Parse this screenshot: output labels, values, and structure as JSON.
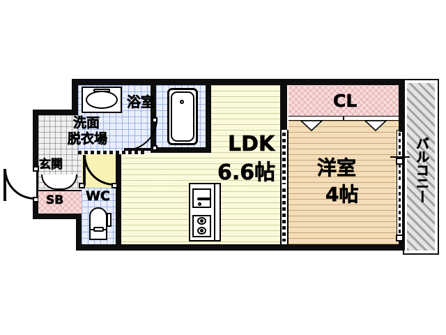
{
  "document": {
    "type": "floor-plan",
    "title": "1LDK apartment floor plan",
    "language": "ja"
  },
  "rooms": [
    {
      "id": "ldk",
      "label": "LDK",
      "size_label": "6.6帖",
      "size_value": 6.6,
      "unit": "帖",
      "floor": "wood",
      "color": "#fbfbdc"
    },
    {
      "id": "washitsu",
      "label": "洋室",
      "size_label": "4帖",
      "size_value": 4,
      "unit": "帖",
      "floor": "wood",
      "color": "#f4ddb9"
    },
    {
      "id": "closet",
      "label": "CL",
      "size_label": "",
      "floor": "closet",
      "color": "#f8dcdc"
    },
    {
      "id": "bath",
      "label": "浴室",
      "size_label": "",
      "floor": "tile",
      "color": "#e9eefb"
    },
    {
      "id": "washroom",
      "label": "洗面",
      "label2": "脱衣場",
      "floor": "tile",
      "color": "#e9eefb"
    },
    {
      "id": "wc",
      "label": "WC",
      "size_label": "",
      "floor": "tile",
      "color": "#e9eefb"
    },
    {
      "id": "genkan",
      "label": "玄関",
      "size_label": "",
      "floor": "tile",
      "color": "#f0f0f0"
    },
    {
      "id": "shoebox",
      "label": "SB",
      "size_label": "",
      "floor": "closet",
      "color": "#f8dcdc"
    },
    {
      "id": "balcony",
      "label": "バルコニー",
      "size_label": "",
      "floor": "hatch",
      "color": "#e3e3e3"
    }
  ],
  "labels": {
    "ldk_name": "LDK",
    "ldk_size": "6.6帖",
    "washitsu_name": "洋室",
    "washitsu_size": "4帖",
    "closet": "CL",
    "bath": "浴室",
    "washroom_line1": "洗面",
    "washroom_line2": "脱衣場",
    "wc": "WC",
    "genkan": "玄関",
    "shoebox": "SB",
    "balcony": "バルコニー"
  },
  "fixtures": [
    {
      "name": "bathtub-icon",
      "room": "bath"
    },
    {
      "name": "washbasin-icon",
      "room": "washroom"
    },
    {
      "name": "washing-machine-icon",
      "room": "washroom"
    },
    {
      "name": "toilet-icon",
      "room": "wc"
    },
    {
      "name": "kitchen-sink-icon",
      "room": "ldk"
    },
    {
      "name": "gas-stove-icon",
      "room": "ldk"
    }
  ],
  "doors": [
    {
      "name": "entrance-door",
      "type": "swing",
      "room": "genkan"
    },
    {
      "name": "bath-door",
      "type": "swing",
      "room": "bath"
    },
    {
      "name": "wc-door",
      "type": "swing",
      "room": "wc"
    },
    {
      "name": "genkan-door",
      "type": "double",
      "room": "genkan"
    },
    {
      "name": "ldk-partition",
      "type": "sliding",
      "room": "ldk"
    },
    {
      "name": "closet-door",
      "type": "sliding",
      "room": "closet"
    },
    {
      "name": "balcony-door",
      "type": "sliding",
      "room": "balcony"
    },
    {
      "name": "washroom-door",
      "type": "sliding",
      "room": "washroom"
    }
  ],
  "colors": {
    "wall": "#0d0d0d",
    "ldk_floor": "#fbfbdc",
    "washitsu_floor": "#f4ddb9",
    "closet_fill": "#f8dcdc",
    "tile_fill": "#e9eefb",
    "hall_fill": "#f8f2b4",
    "balcony_fill": "#e3e3e3",
    "background": "#ffffff"
  }
}
